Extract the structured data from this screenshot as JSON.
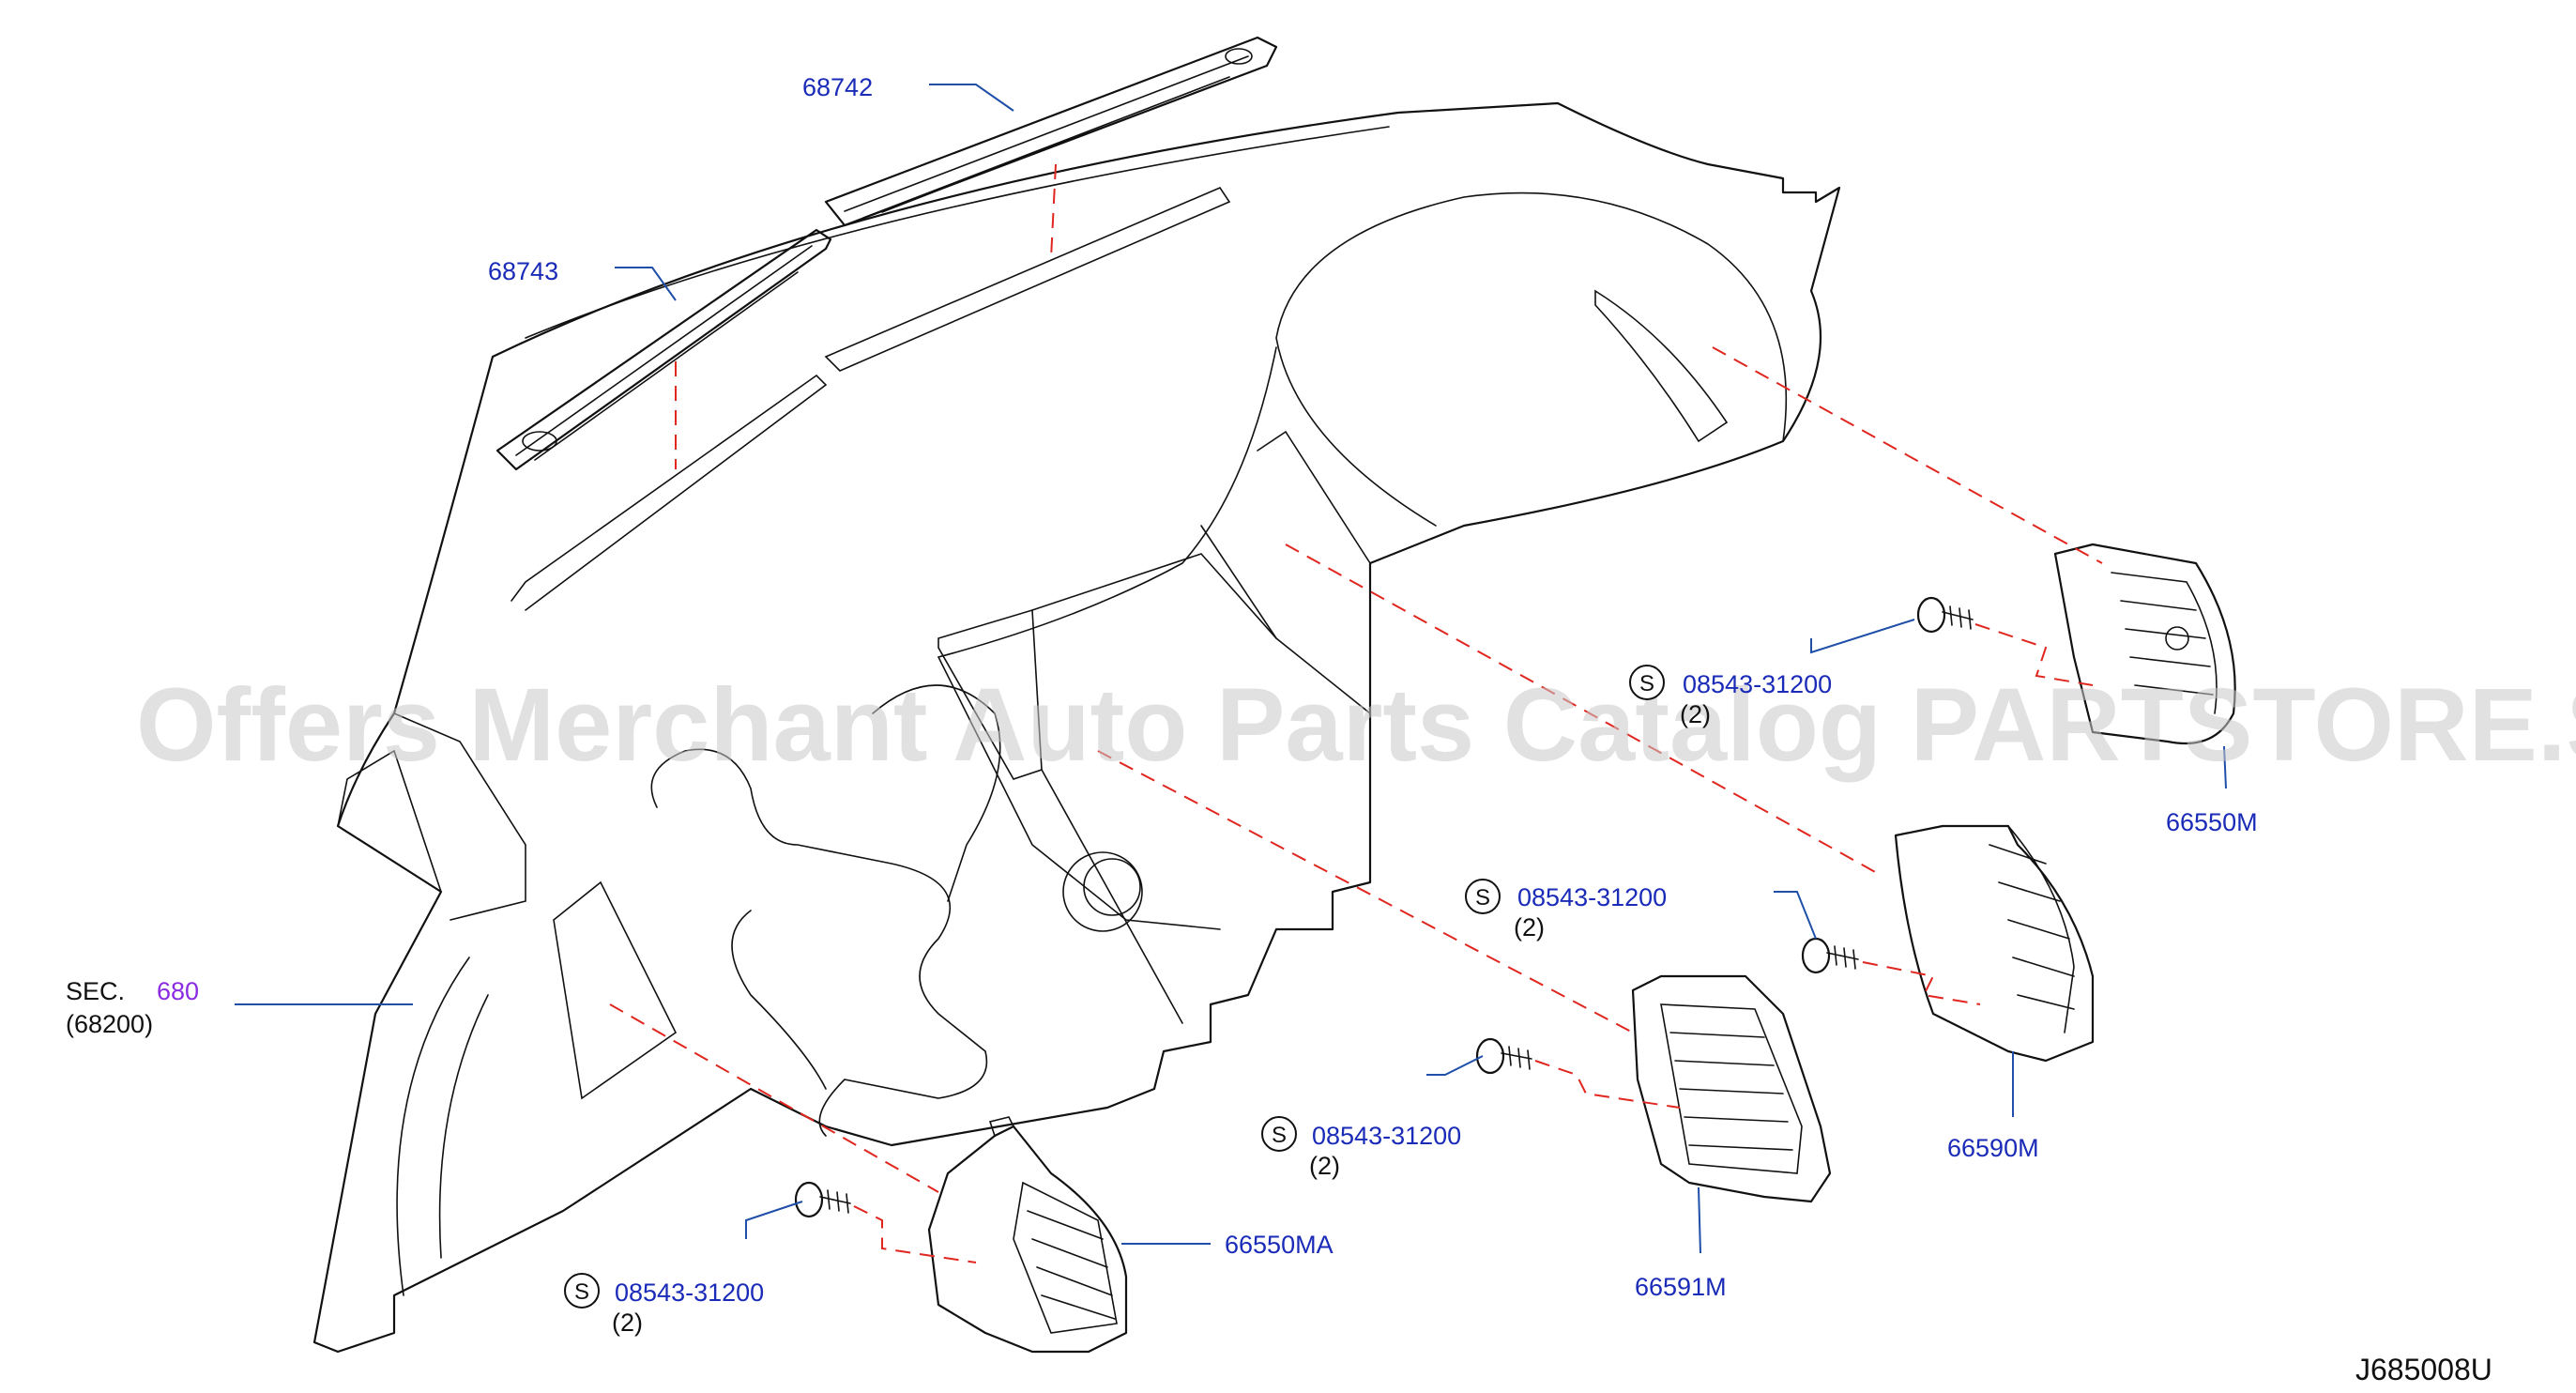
{
  "watermark": "Offers Merchant Auto Parts Catalog PARTSTORE.SA",
  "diagram_code": "J685008U",
  "section": {
    "prefix": "SEC.",
    "number": "680",
    "sub": "(68200)"
  },
  "parts": [
    {
      "number": "68742"
    },
    {
      "number": "68743"
    },
    {
      "number": "66550M"
    },
    {
      "number": "66590M"
    },
    {
      "number": "66591M"
    },
    {
      "number": "66550MA"
    }
  ],
  "screws": [
    {
      "symbol": "S",
      "number": "08543-31200",
      "qty": "(2)"
    },
    {
      "symbol": "S",
      "number": "08543-31200",
      "qty": "(2)"
    },
    {
      "symbol": "S",
      "number": "08543-31200",
      "qty": "(2)"
    },
    {
      "symbol": "S",
      "number": "08543-31200",
      "qty": "(2)"
    }
  ]
}
